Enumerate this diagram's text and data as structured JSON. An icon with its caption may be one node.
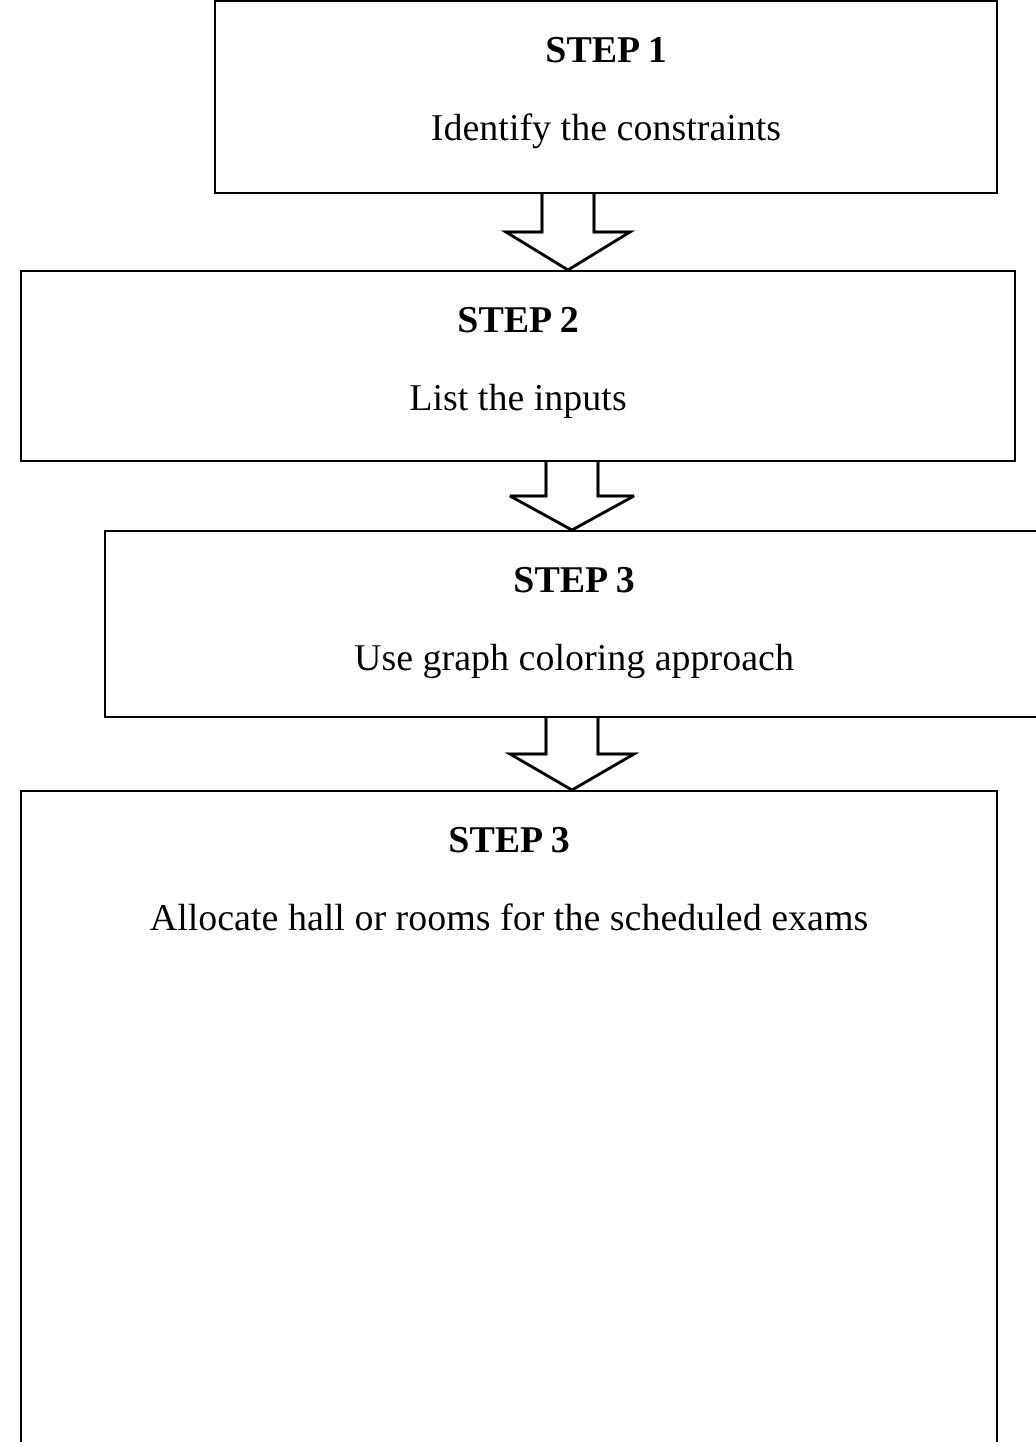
{
  "diagram": {
    "nodes": [
      {
        "text": [
          "STEP 1",
          "Identify the constraints"
        ]
      },
      {
        "text": [
          "STEP 2",
          "List the inputs"
        ]
      },
      {
        "text": [
          "STEP 3",
          "Use graph coloring approach"
        ]
      },
      {
        "text": [
          "STEP 3",
          "Allocate hall or rooms for the scheduled exams"
        ]
      }
    ],
    "edges": [
      {
        "from": 0,
        "to": 1,
        "arrow": "to"
      },
      {
        "from": 1,
        "to": 2,
        "arrow": "to"
      },
      {
        "from": 2,
        "to": 3,
        "arrow": "to"
      }
    ]
  }
}
